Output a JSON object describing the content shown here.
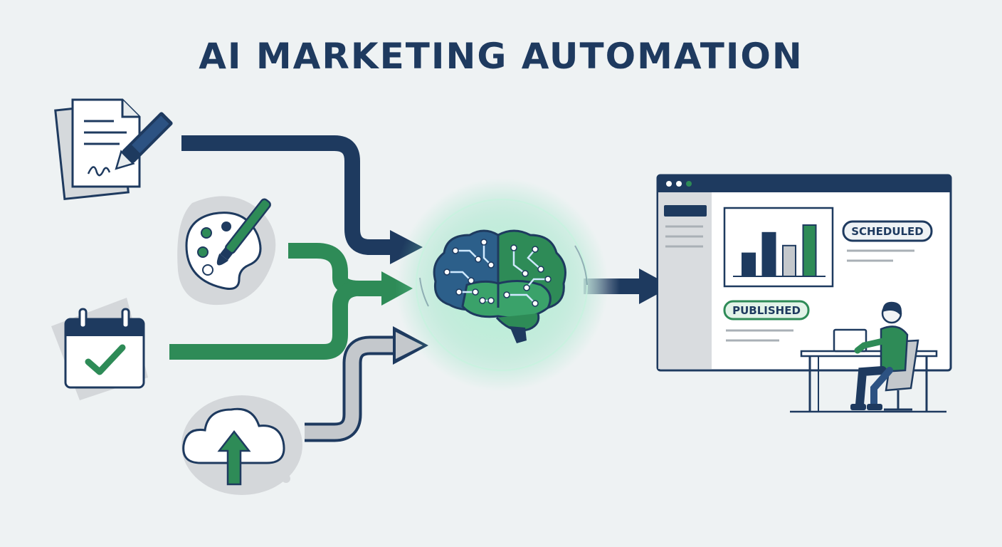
{
  "title": "AI MARKETING AUTOMATION",
  "colors": {
    "navy": "#1e3a5f",
    "green": "#2e8b57",
    "gray": "#c4c8cc",
    "background": "#eef2f3",
    "glow": "#7fe0b8"
  },
  "inputs": [
    {
      "icon": "content-writing-icon"
    },
    {
      "icon": "design-palette-icon"
    },
    {
      "icon": "calendar-check-icon"
    },
    {
      "icon": "cloud-upload-icon"
    }
  ],
  "processor": {
    "icon": "ai-brain-circuit-icon"
  },
  "output": {
    "window": "dashboard-window",
    "badges": {
      "scheduled": "SCHEDULED",
      "published": "PUBLISHED"
    },
    "chart_bar_levels": [
      0.45,
      0.85,
      0.6,
      1.0
    ]
  }
}
